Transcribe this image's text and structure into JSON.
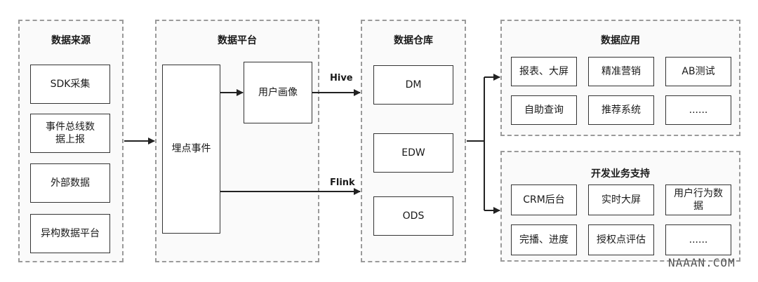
{
  "groups": {
    "sources": "数据来源",
    "platform": "数据平台",
    "warehouse": "数据仓库",
    "apps": "数据应用",
    "dev": "开发业务支持"
  },
  "sources": {
    "sdk": "SDK采集",
    "bus": "事件总线数据上报",
    "external": "外部数据",
    "hetero": "异构数据平台"
  },
  "platform": {
    "tracking": "埋点事件",
    "profile": "用户画像"
  },
  "edges": {
    "hive": "Hive",
    "flink": "Flink"
  },
  "warehouse": {
    "dm": "DM",
    "edw": "EDW",
    "ods": "ODS"
  },
  "apps": {
    "report": "报表、大屏",
    "marketing": "精准营销",
    "ab": "AB测试",
    "selfquery": "自助查询",
    "recommend": "推荐系统",
    "more": "......"
  },
  "dev": {
    "crm": "CRM后台",
    "realtime": "实时大屏",
    "behavior": "用户行为数据",
    "progress": "完播、进度",
    "auth": "授权点评估",
    "more": "......"
  },
  "watermark": "NAAAN.COM"
}
